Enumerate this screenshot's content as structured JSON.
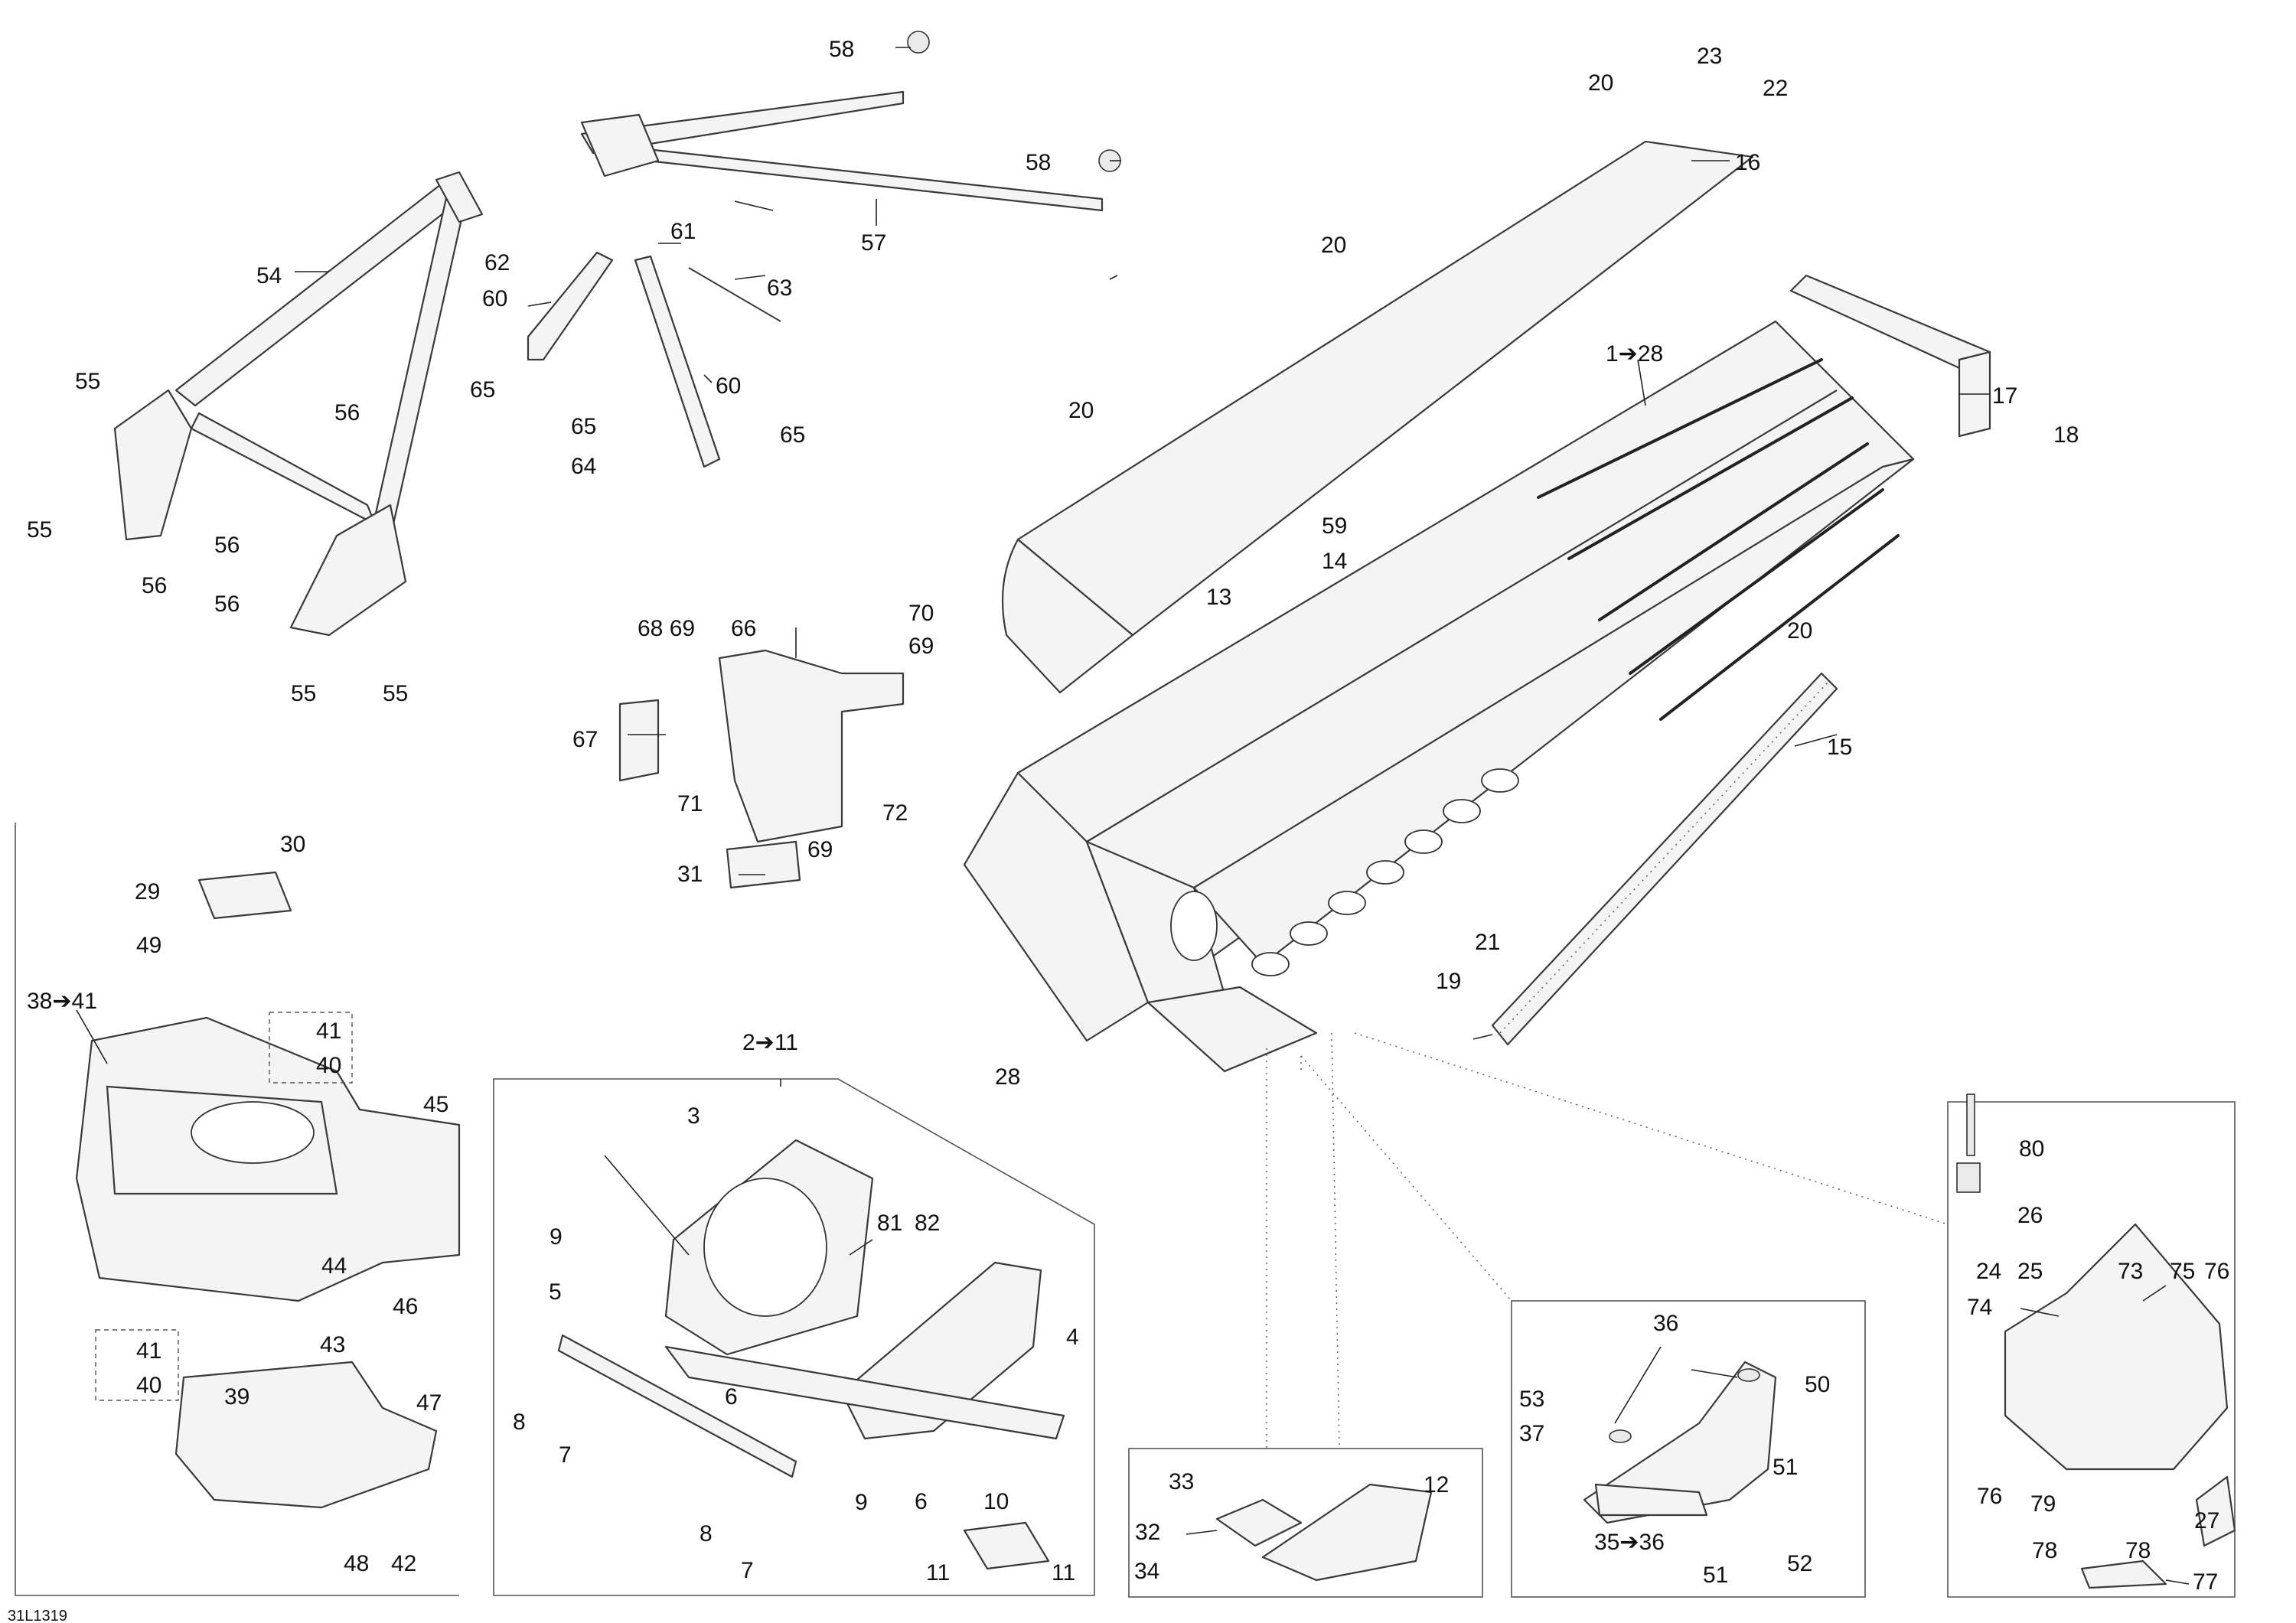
{
  "diagram_id": "31L1319",
  "callouts": {
    "c1_28": "1➔28",
    "c2_11": "2➔11",
    "c3": "3",
    "c4": "4",
    "c5": "5",
    "c6": "6",
    "c6b": "6",
    "c7": "7",
    "c7b": "7",
    "c8": "8",
    "c8b": "8",
    "c9": "9",
    "c9b": "9",
    "c10": "10",
    "c11": "11",
    "c11b": "11",
    "c12": "12",
    "c13": "13",
    "c14": "14",
    "c15": "15",
    "c16": "16",
    "c17": "17",
    "c18": "18",
    "c19": "19",
    "c20a": "20",
    "c20b": "20",
    "c20c": "20",
    "c20d": "20",
    "c21": "21",
    "c22": "22",
    "c23": "23",
    "c24": "24",
    "c25": "25",
    "c26": "26",
    "c27": "27",
    "c28": "28",
    "c29": "29",
    "c30": "30",
    "c31": "31",
    "c32": "32",
    "c33": "33",
    "c34": "34",
    "c35_36": "35➔36",
    "c36": "36",
    "c37": "37",
    "c38_41": "38➔41",
    "c39": "39",
    "c40a": "40",
    "c40b": "40",
    "c41a": "41",
    "c41b": "41",
    "c42": "42",
    "c43": "43",
    "c44": "44",
    "c45": "45",
    "c46": "46",
    "c47": "47",
    "c48": "48",
    "c49": "49",
    "c50": "50",
    "c51a": "51",
    "c51b": "51",
    "c52": "52",
    "c53": "53",
    "c54": "54",
    "c55a": "55",
    "c55b": "55",
    "c55c": "55",
    "c55d": "55",
    "c56a": "56",
    "c56b": "56",
    "c56c": "56",
    "c56d": "56",
    "c57": "57",
    "c58a": "58",
    "c58b": "58",
    "c59": "59",
    "c60a": "60",
    "c60b": "60",
    "c61": "61",
    "c62": "62",
    "c63": "63",
    "c64": "64",
    "c65a": "65",
    "c65b": "65",
    "c65c": "65",
    "c66": "66",
    "c67": "67",
    "c68_69": "68 69",
    "c69a": "69",
    "c69b": "69",
    "c70": "70",
    "c71": "71",
    "c72": "72",
    "c73": "73",
    "c74": "74",
    "c75": "75",
    "c76a": "76",
    "c76b": "76",
    "c77": "77",
    "c78a": "78",
    "c78b": "78",
    "c79": "79",
    "c80": "80",
    "c81": "81",
    "c82": "82"
  }
}
